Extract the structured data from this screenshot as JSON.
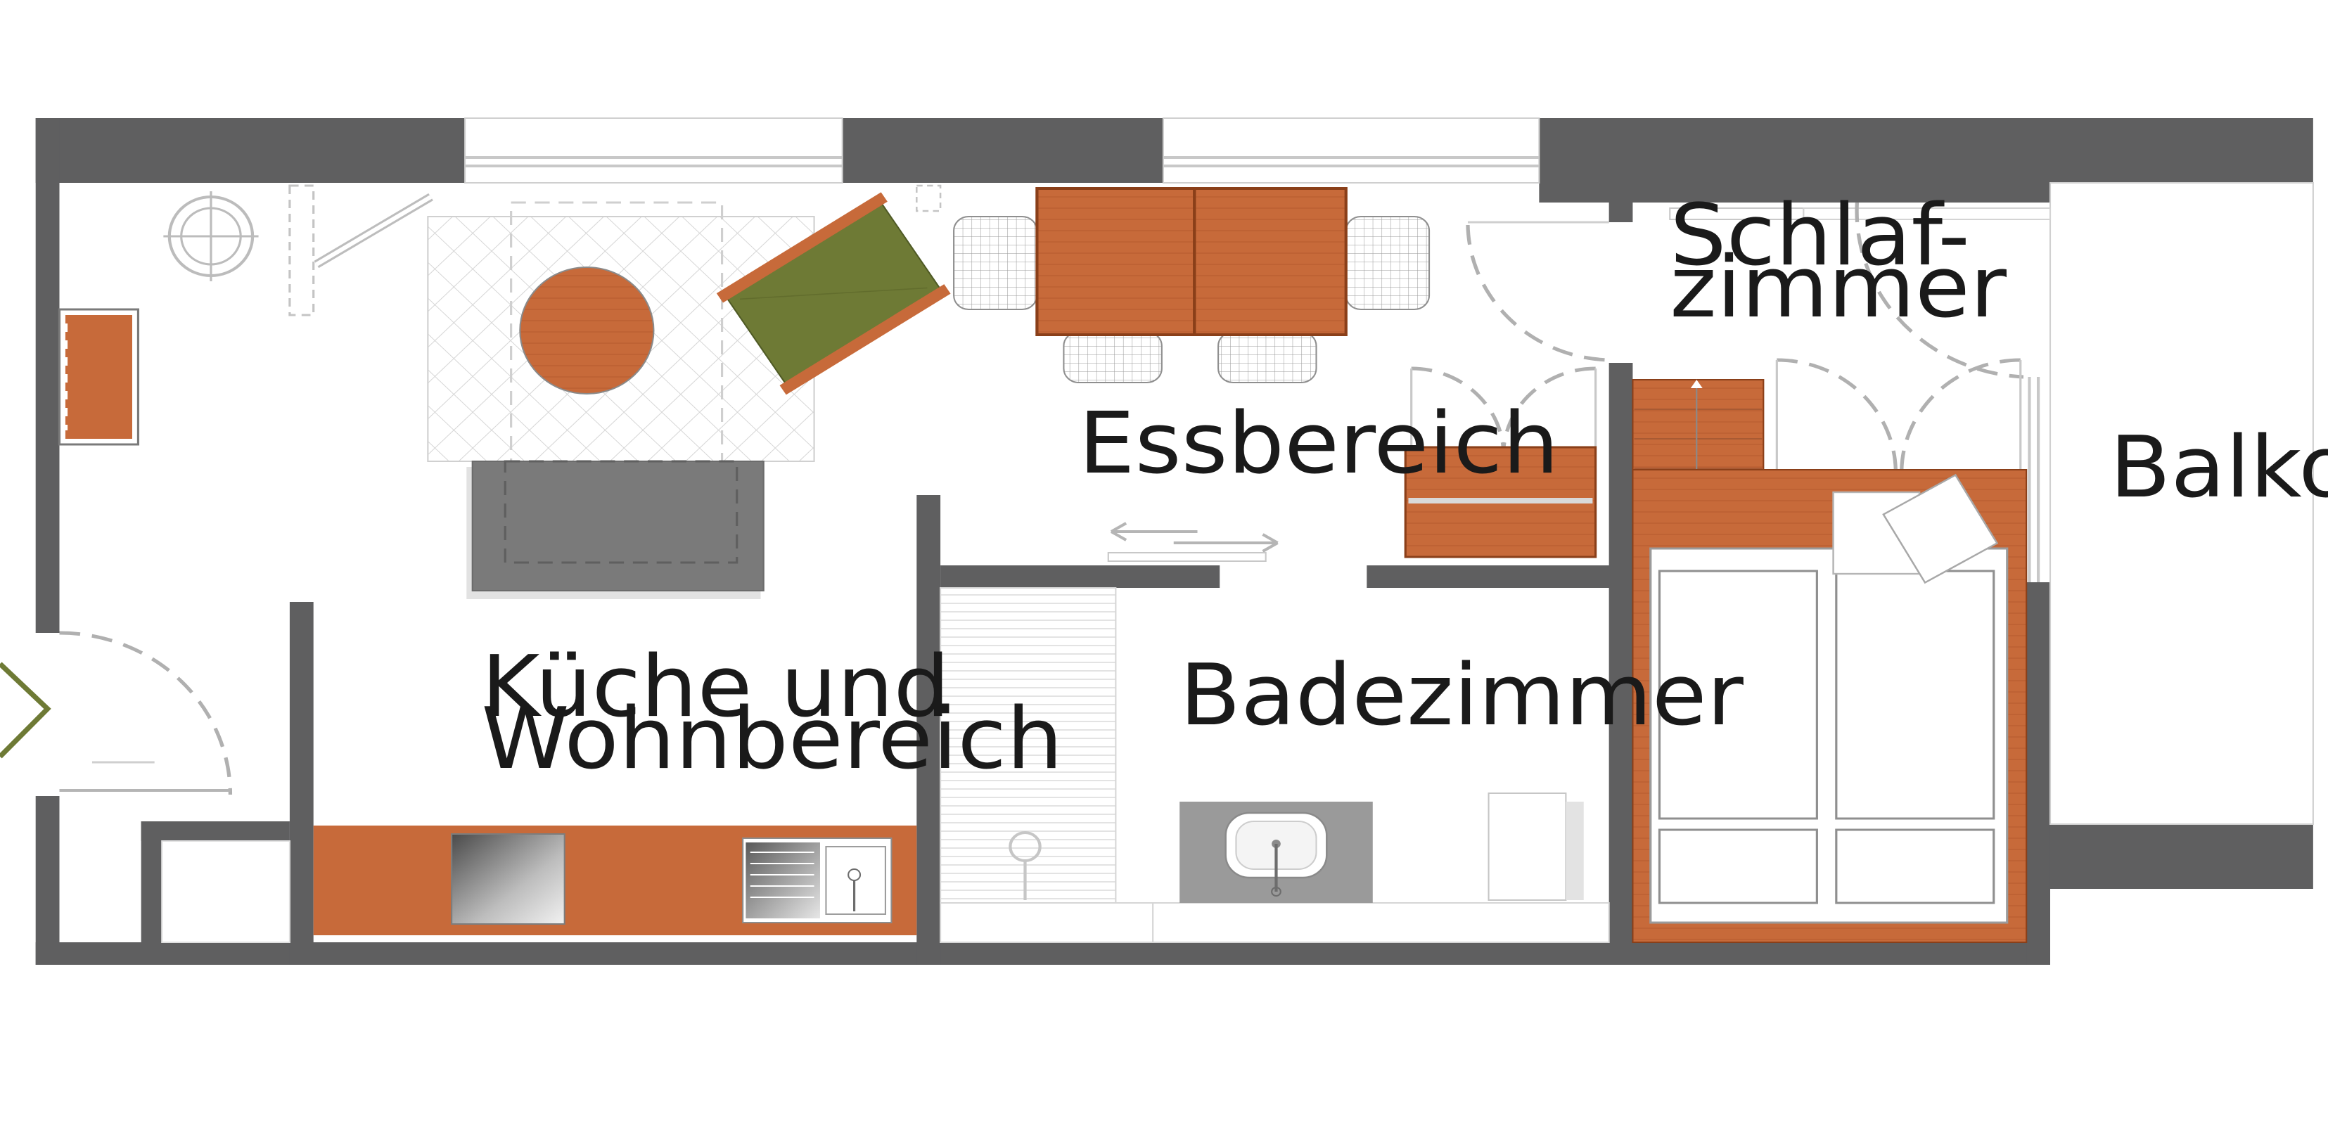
{
  "floorplan": {
    "rooms": {
      "kueche_line1": "Küche und",
      "kueche_line2": "Wohnbereich",
      "essbereich": "Essbereich",
      "badezimmer": "Badezimmer",
      "schlaf_line1": "Schlaf-",
      "schlaf_line2": "zimmer",
      "balkon": "Balkon"
    },
    "colors": {
      "wall": "#5f5f60",
      "furniture_wood": "#c76a3a",
      "armchair": "#6e7a35",
      "sofa": "#7a7a7a",
      "entrance_marker": "#6e7a35"
    }
  }
}
